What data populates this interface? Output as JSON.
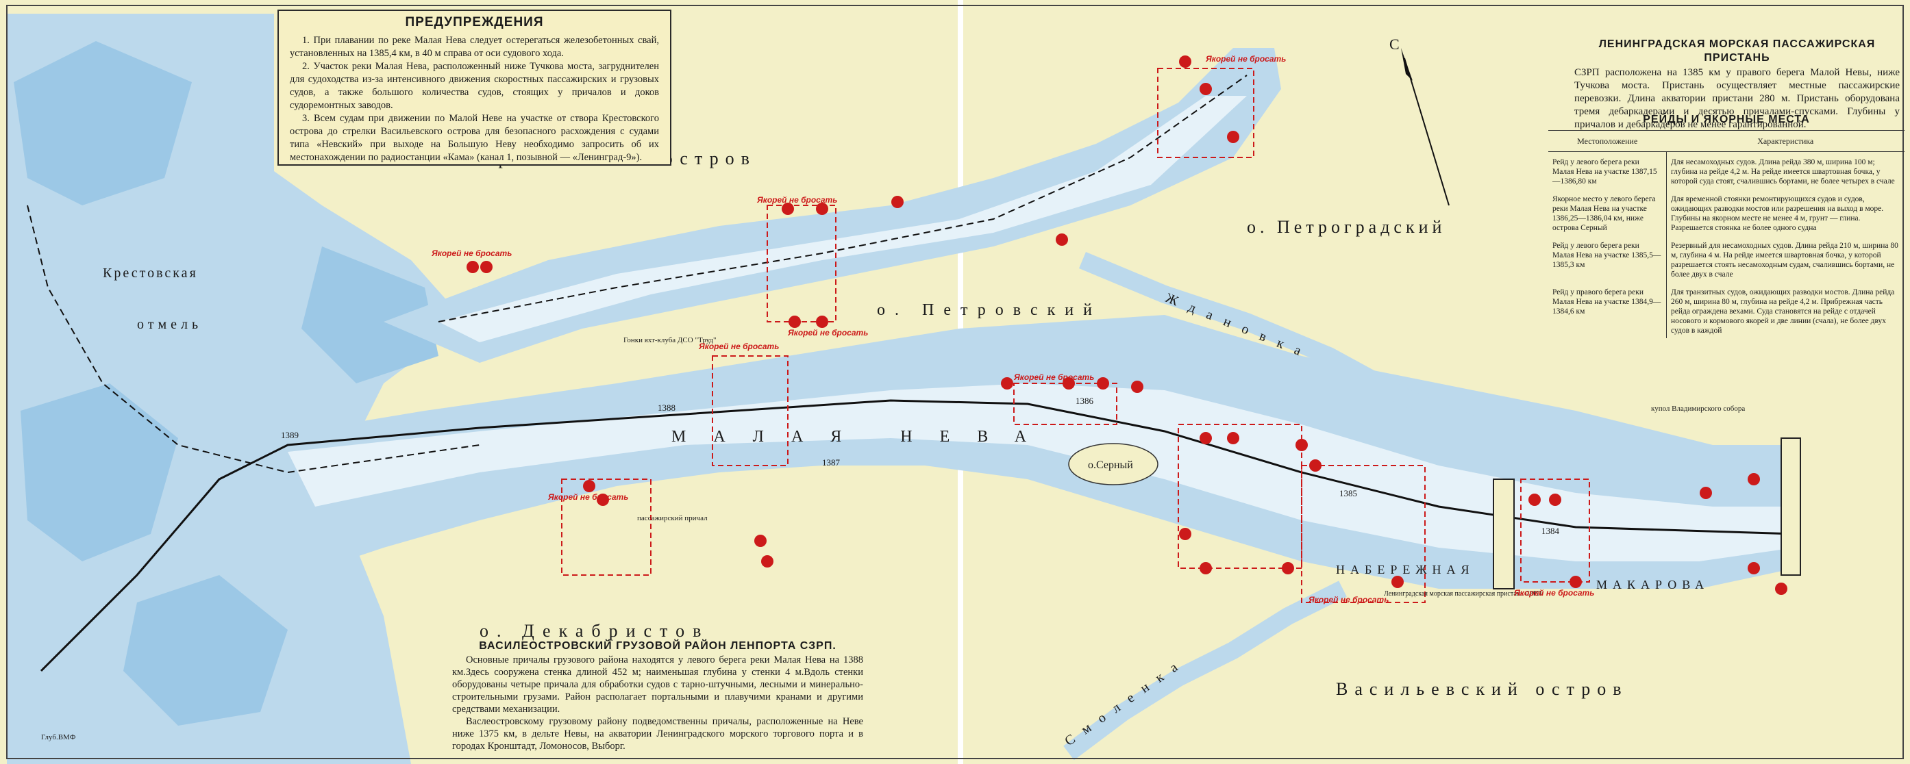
{
  "warnings": {
    "title": "ПРЕДУПРЕЖДЕНИЯ",
    "paragraphs": [
      "1. При плавании по реке Малая Нева следует остерегаться железобетонных свай, установленных на 1385,4 км, в 40 м справа от оси судового хода.",
      "2. Участок реки Малая Нева, расположенный ниже Тучкова моста, загруднителен для судоходства из-за интенсивного движения скоростных пассажирских и грузовых судов, а также большого количества судов, стоящих у причалов и доков судоремонтных заводов.",
      "3. Всем судам при движении по Малой Неве на участке от створа Крестовского острова до стрелки Васильевского острова для безопасного расхождения с судами типа «Невский» при выходе на Большую Неву необходимо запросить об их местонахождении по радиостанции «Кама» (канал 1, позывной — «Ленинград-9»)."
    ]
  },
  "pier": {
    "title": "ЛЕНИНГРАДСКАЯ МОРСКАЯ ПАССАЖИРСКАЯ ПРИСТАНЬ",
    "text": "СЗРП расположена на 1385 км у правого берега Малой Невы, ниже Тучкова моста. Пристань осуществляет местные пассажирские перевозки. Длина акватории пристани 280 м. Пристань оборудована тремя дебаркадерами и десятью причалами-спусками. Глубины у причалов и дебаркадеров не менее гарантированной."
  },
  "roads": {
    "title": "РЕЙДЫ И ЯКОРНЫЕ МЕСТА",
    "col_location": "Местоположение",
    "col_char": "Характеристика",
    "rows": [
      {
        "loc": "Рейд у левого берега реки Малая Нева на участке 1387,15—1386,80 км",
        "char": "Для несамоходных судов. Длина рейда 380 м, ширина 100 м; глубина на рейде 4,2 м. На рейде имеется швартовная бочка, у которой суда стоят, счалившись бортами, не более четырех в счале"
      },
      {
        "loc": "Якорное место у левого берега реки Малая Нева на участке 1386,25—1386,04 км, ниже острова Серный",
        "char": "Для временной стоянки ремонтирующихся судов и судов, ожидающих разводки мостов или разрешения на выход в море. Глубины на якорном месте не менее 4 м, грунт — глина. Разрешается стоянка не более одного судна"
      },
      {
        "loc": "Рейд у левого берега реки Малая Нева на участке 1385,5—1385,3 км",
        "char": "Резервный для несамоходных судов. Длина рейда 210 м, ширина 80 м, глубина 4 м. На рейде имеется швартовная бочка, у которой разрешается стоять несамоходным судам, счалившись бортами, не более двух в счале"
      },
      {
        "loc": "Рейд у правого берега реки Малая Нева на участке 1384,9—1384,6 км",
        "char": "Для транзитных судов, ожидающих разводки мостов. Длина рейда 260 м, ширина 80 м, глубина на рейде 4,2 м. Прибрежная часть рейда ограждена вехами. Суда становятся на рейде с отдачей носового и кормового якорей и две линии (счала), не более двух судов в каждой"
      }
    ]
  },
  "vasileostrovsky": {
    "title": "ВАСИЛЕОСТРОВСКИЙ ГРУЗОВОЙ РАЙОН ЛЕНПОРТА СЗРП.",
    "paragraphs": [
      "Основные причалы грузового района находятся у левого берега реки Малая Нева на 1388 км.Здесь сооружена стенка длиной 452 м; наименьшая глубина у стенки 4 м.Вдоль стенки оборудованы четыре причала для обработки судов с тарно-штучными, лесными и минерально-строительными грузами. Район располагает портальными и плавучими кранами и другими средствами механизации.",
      "Васлеостровскому грузовому району подведомственны причалы, расположенные на Неве ниже 1375 км, в дельте Невы, на акватории Ленинградского морского торгового порта и в городах Кронштадт, Ломоносов, Выборг."
    ]
  },
  "labels": {
    "krestovsky_island": "Крестовский остров",
    "krestovskaya": "Крестовская",
    "otmel": "отмель",
    "petrogradsky": "о. Петроградский",
    "petrovsky": "о. Петровский",
    "dekabristov": "о. Декабристов",
    "vasilievsky": "Васильевский остров",
    "serny": "о.Серный",
    "naberezhnaya": "НАБЕРЕЖНАЯ",
    "makarova": "МАКАРОВА",
    "malaya_neva": "МАЛАЯ НЕВА",
    "zhdanovka": "Ждановка",
    "smolenka": "Смоленка",
    "north": "С",
    "anchor_forbidden": "Якорей не бросать",
    "km_1389": "1389",
    "km_1388": "1388",
    "km_1387": "1387",
    "km_1386": "1386",
    "km_1385": "1385",
    "km_1384": "1384",
    "lenpier": "Ленинградская морская пассажирская пристань СЗРП",
    "vladimir_cupola": "купол Владимирского собора",
    "pier_cargo": "пассажирский причал",
    "vmf": "Глуб.ВМФ",
    "yacht_club": "Гонки яхт-клуба ДСО \"Труд\""
  },
  "colors": {
    "water": "#bcd9ec",
    "fairway": "#e6f2f9",
    "land": "#f3f0c8",
    "shoal": "#9cc8e6",
    "red": "#cc1a1a"
  }
}
